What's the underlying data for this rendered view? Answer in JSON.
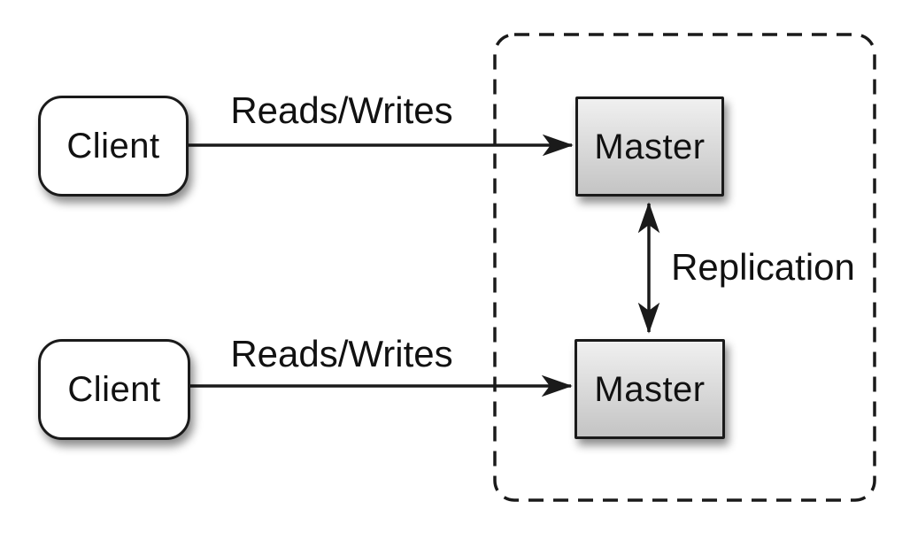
{
  "nodes": {
    "client_top": {
      "label": "Client"
    },
    "client_bottom": {
      "label": "Client"
    },
    "master_top": {
      "label": "Master"
    },
    "master_bottom": {
      "label": "Master"
    }
  },
  "edges": {
    "reads_writes_top": {
      "label": "Reads/Writes",
      "from": "client_top",
      "to": "master_top",
      "bidirectional": false
    },
    "reads_writes_bottom": {
      "label": "Reads/Writes",
      "from": "client_bottom",
      "to": "master_bottom",
      "bidirectional": false
    },
    "replication": {
      "label": "Replication",
      "from": "master_top",
      "to": "master_bottom",
      "bidirectional": true
    }
  },
  "group": {
    "contains": [
      "master_top",
      "master_bottom"
    ],
    "border_style": "dashed"
  },
  "colors": {
    "stroke": "#1a1a1a",
    "node_fill": "#ffffff",
    "master_gradient_top": "#f0f0f0",
    "master_gradient_bottom": "#c4c4c4",
    "background": "#ffffff",
    "text": "#111111"
  }
}
